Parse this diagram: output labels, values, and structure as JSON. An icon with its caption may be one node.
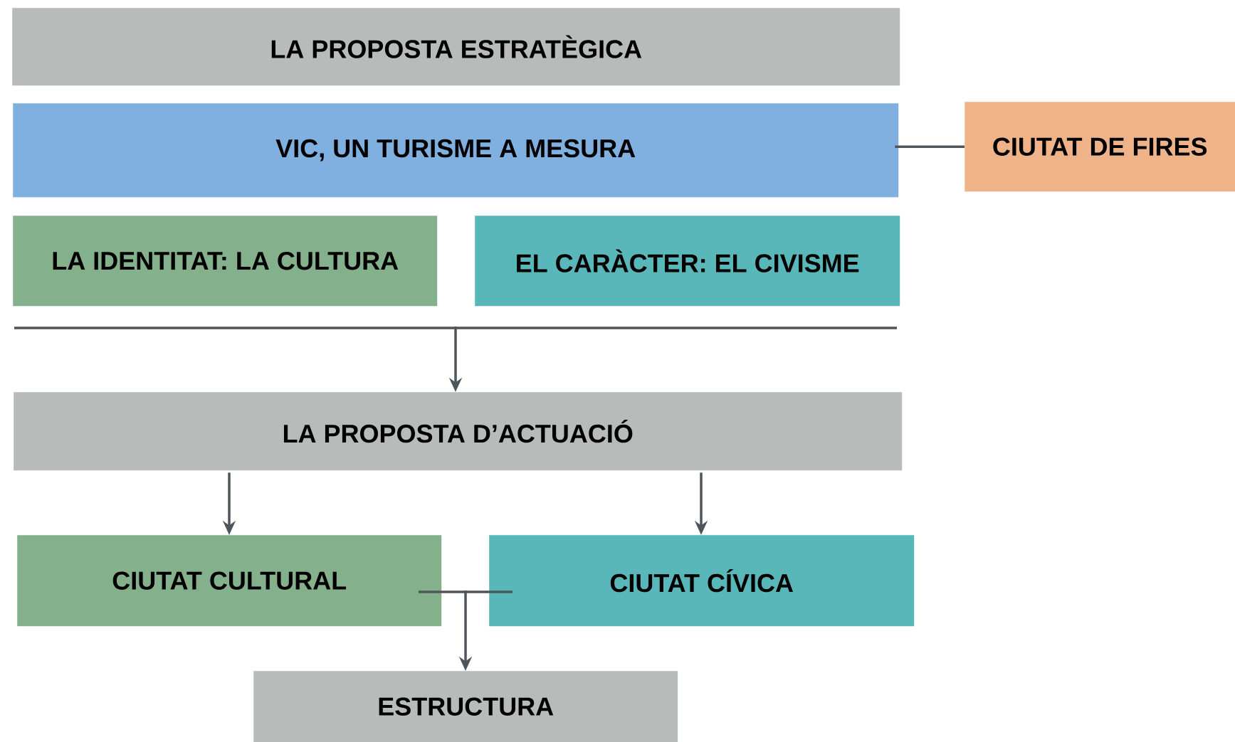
{
  "diagram": {
    "nodes": [
      {
        "text": [
          "LA PROPOSTA ESTRATÈGICA"
        ]
      },
      {
        "text": [
          "VIC, UN TURISME A MESURA"
        ]
      },
      {
        "text": [
          "CIUTAT DE FIRES"
        ]
      },
      {
        "text": [
          "LA IDENTITAT: LA CULTURA"
        ]
      },
      {
        "text": [
          "EL CARÀCTER: EL CIVISME"
        ]
      },
      {
        "text": [
          "LA PROPOSTA D’ACTUACIÓ"
        ]
      },
      {
        "text": [
          "CIUTAT CULTURAL"
        ]
      },
      {
        "text": [
          "CIUTAT CÍVICA"
        ]
      },
      {
        "text": [
          "ESTRUCTURA"
        ]
      }
    ],
    "edges": [
      {
        "from": 1,
        "to": 2,
        "arrow": "none"
      },
      {
        "from": 3,
        "to": 5,
        "arrow": "to"
      },
      {
        "from": 4,
        "to": 5,
        "arrow": "to"
      },
      {
        "from": 5,
        "to": 6,
        "arrow": "to"
      },
      {
        "from": 5,
        "to": 7,
        "arrow": "to"
      },
      {
        "from": 6,
        "to": 8,
        "arrow": "to"
      },
      {
        "from": 7,
        "to": 8,
        "arrow": "to"
      }
    ]
  }
}
